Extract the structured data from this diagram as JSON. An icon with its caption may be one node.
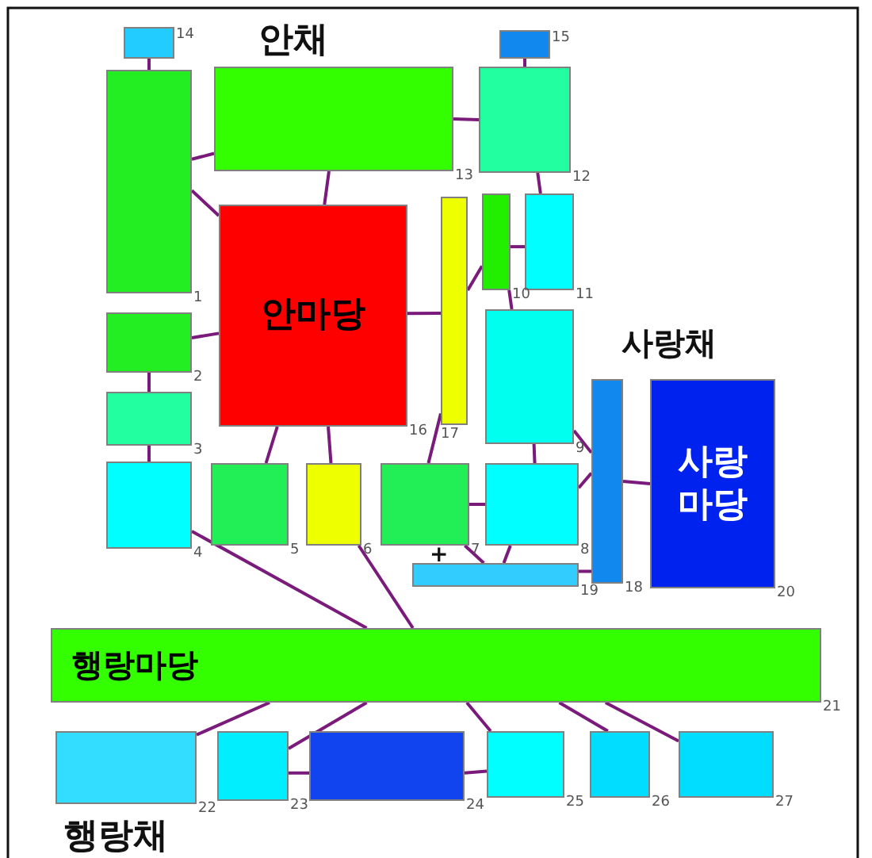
{
  "diagram": {
    "nodes": [
      {
        "text": [],
        "shape": "box",
        "beside": [
          "1"
        ]
      },
      {
        "text": [],
        "shape": "box",
        "beside": [
          "2"
        ]
      },
      {
        "text": [],
        "shape": "box",
        "beside": [
          "3"
        ]
      },
      {
        "text": [],
        "shape": "box",
        "beside": [
          "4"
        ]
      },
      {
        "text": [],
        "shape": "box",
        "beside": [
          "5"
        ]
      },
      {
        "text": [],
        "shape": "box",
        "beside": [
          "6"
        ]
      },
      {
        "text": [],
        "shape": "box",
        "beside": [
          "7"
        ]
      },
      {
        "text": [],
        "shape": "box",
        "beside": [
          "8"
        ]
      },
      {
        "text": [],
        "shape": "box",
        "beside": [
          "9"
        ]
      },
      {
        "text": [],
        "shape": "box",
        "beside": [
          "10"
        ]
      },
      {
        "text": [],
        "shape": "box",
        "beside": [
          "11"
        ]
      },
      {
        "text": [],
        "shape": "box",
        "beside": [
          "12"
        ]
      },
      {
        "text": [],
        "shape": "box",
        "beside": [
          "13"
        ]
      },
      {
        "text": [],
        "shape": "box",
        "beside": [
          "14"
        ]
      },
      {
        "text": [],
        "shape": "box",
        "beside": [
          "15"
        ]
      },
      {
        "text": [
          "안마당"
        ],
        "beside": [
          "16"
        ]
      },
      {
        "text": [],
        "shape": "box",
        "beside": [
          "17"
        ]
      },
      {
        "text": [],
        "shape": "box",
        "beside": [
          "18"
        ]
      },
      {
        "text": [],
        "shape": "box",
        "beside": [
          "19"
        ]
      },
      {
        "text": [
          "사랑 마당"
        ],
        "beside": [
          "20"
        ]
      },
      {
        "text": [
          "행랑마당"
        ],
        "beside": [
          "21"
        ]
      },
      {
        "text": [],
        "shape": "box",
        "beside": [
          "22"
        ]
      },
      {
        "text": [],
        "shape": "box",
        "beside": [
          "23"
        ]
      },
      {
        "text": [],
        "shape": "box",
        "beside": [
          "24"
        ]
      },
      {
        "text": [],
        "shape": "box",
        "beside": [
          "25"
        ]
      },
      {
        "text": [],
        "shape": "box",
        "beside": [
          "26"
        ]
      },
      {
        "text": [],
        "shape": "box",
        "beside": [
          "27"
        ]
      }
    ],
    "edges": [
      {
        "from": 13,
        "to": 0,
        "arrow": "none"
      },
      {
        "from": 0,
        "to": 12,
        "arrow": "none"
      },
      {
        "from": 0,
        "to": 15,
        "arrow": "none"
      },
      {
        "from": 12,
        "to": 15,
        "arrow": "none"
      },
      {
        "from": 1,
        "to": 15,
        "arrow": "none"
      },
      {
        "from": 1,
        "to": 2,
        "arrow": "none"
      },
      {
        "from": 2,
        "to": 3,
        "arrow": "none"
      },
      {
        "from": 12,
        "to": 11,
        "arrow": "none"
      },
      {
        "from": 14,
        "to": 11,
        "arrow": "none"
      },
      {
        "from": 11,
        "to": 10,
        "arrow": "none"
      },
      {
        "from": 9,
        "to": 10,
        "arrow": "none"
      },
      {
        "from": 16,
        "to": 9,
        "arrow": "none"
      },
      {
        "from": 9,
        "to": 8,
        "arrow": "none"
      },
      {
        "from": 15,
        "to": 16,
        "arrow": "none"
      },
      {
        "from": 15,
        "to": 4,
        "arrow": "none"
      },
      {
        "from": 15,
        "to": 5,
        "arrow": "none"
      },
      {
        "from": 16,
        "to": 6,
        "arrow": "none"
      },
      {
        "from": 6,
        "to": 7,
        "arrow": "none"
      },
      {
        "from": 8,
        "to": 7,
        "arrow": "none"
      },
      {
        "from": 8,
        "to": 17,
        "arrow": "none"
      },
      {
        "from": 7,
        "to": 17,
        "arrow": "none"
      },
      {
        "from": 6,
        "to": 18,
        "arrow": "none"
      },
      {
        "from": 7,
        "to": 18,
        "arrow": "none"
      },
      {
        "from": 17,
        "to": 18,
        "arrow": "none"
      },
      {
        "from": 17,
        "to": 19,
        "arrow": "none"
      },
      {
        "from": 3,
        "to": 20,
        "arrow": "none"
      },
      {
        "from": 5,
        "to": 20,
        "arrow": "none"
      },
      {
        "from": 20,
        "to": 21,
        "arrow": "none"
      },
      {
        "from": 20,
        "to": 22,
        "arrow": "none"
      },
      {
        "from": 22,
        "to": 23,
        "arrow": "none"
      },
      {
        "from": 23,
        "to": 24,
        "arrow": "none"
      },
      {
        "from": 20,
        "to": 24,
        "arrow": "none"
      },
      {
        "from": 20,
        "to": 25,
        "arrow": "none"
      },
      {
        "from": 20,
        "to": 26,
        "arrow": "none"
      }
    ],
    "labels": [
      "안채",
      "사랑채",
      "+",
      "행랑채"
    ]
  }
}
